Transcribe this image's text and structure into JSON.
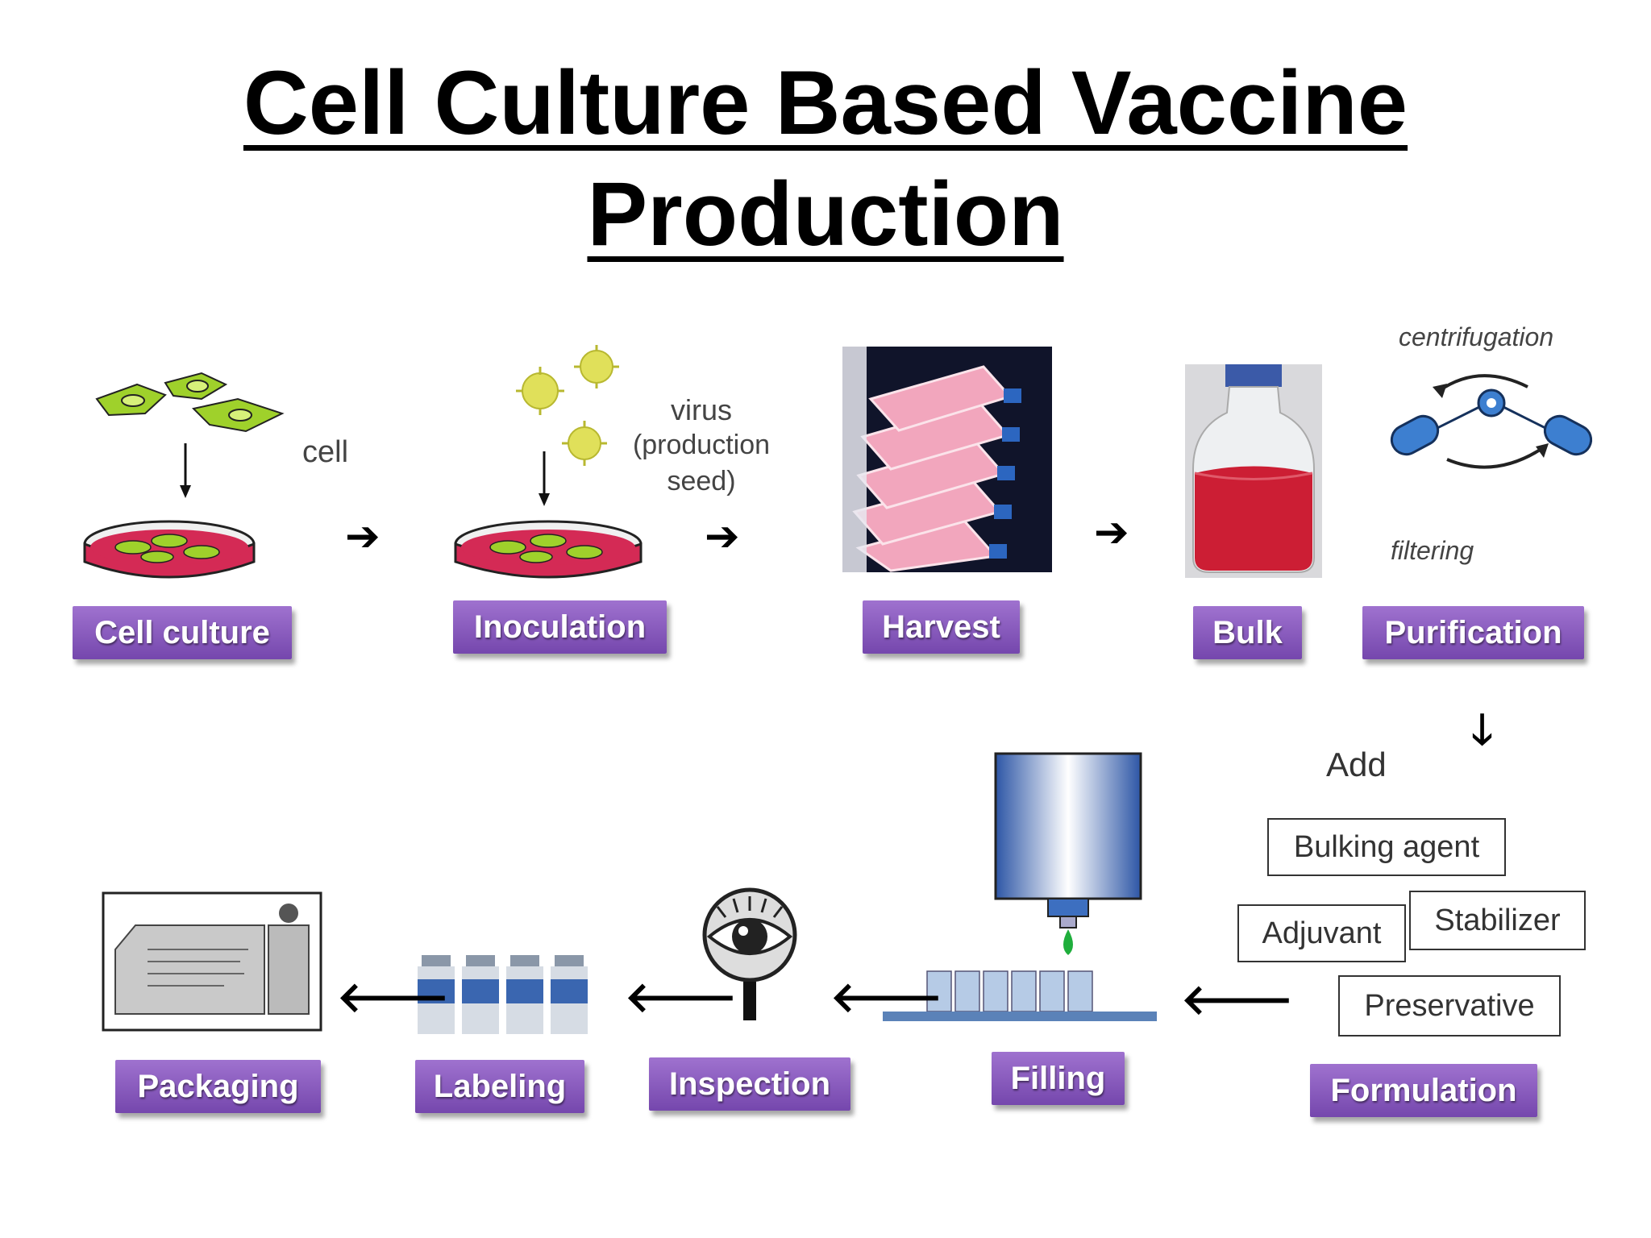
{
  "title": {
    "line1": "Cell Culture Based Vaccine",
    "line2": "Production"
  },
  "stages": {
    "cell_culture": "Cell culture",
    "inoculation": "Inoculation",
    "harvest": "Harvest",
    "bulk": "Bulk",
    "purification": "Purification",
    "formulation": "Formulation",
    "filling": "Filling",
    "inspection": "Inspection",
    "labeling": "Labeling",
    "packaging": "Packaging"
  },
  "labels": {
    "cell": "cell",
    "virus_line1": "virus",
    "virus_line2": "(production",
    "virus_line3": "seed)",
    "centrifugation": "centrifugation",
    "filtering": "filtering",
    "add": "Add"
  },
  "additives": {
    "bulking_agent": "Bulking agent",
    "adjuvant": "Adjuvant",
    "stabilizer": "Stabilizer",
    "preservative": "Preservative"
  },
  "arrows": {
    "right": "➔",
    "left": "🡐",
    "down": "🡓"
  },
  "colors": {
    "stage_top": "#9f72cf",
    "stage_bottom": "#7547ad",
    "dish_medium": "#d42a55",
    "cell_green": "#9fd12b",
    "virus_yellow": "#e0e05a"
  },
  "icons": [
    "cells-icon",
    "petri-dish-icon",
    "virus-icon",
    "culture-flasks-image",
    "bulk-bottle-image",
    "centrifuge-icon",
    "filling-machine-icon",
    "vials-icon",
    "eye-magnifier-icon",
    "package-image"
  ]
}
